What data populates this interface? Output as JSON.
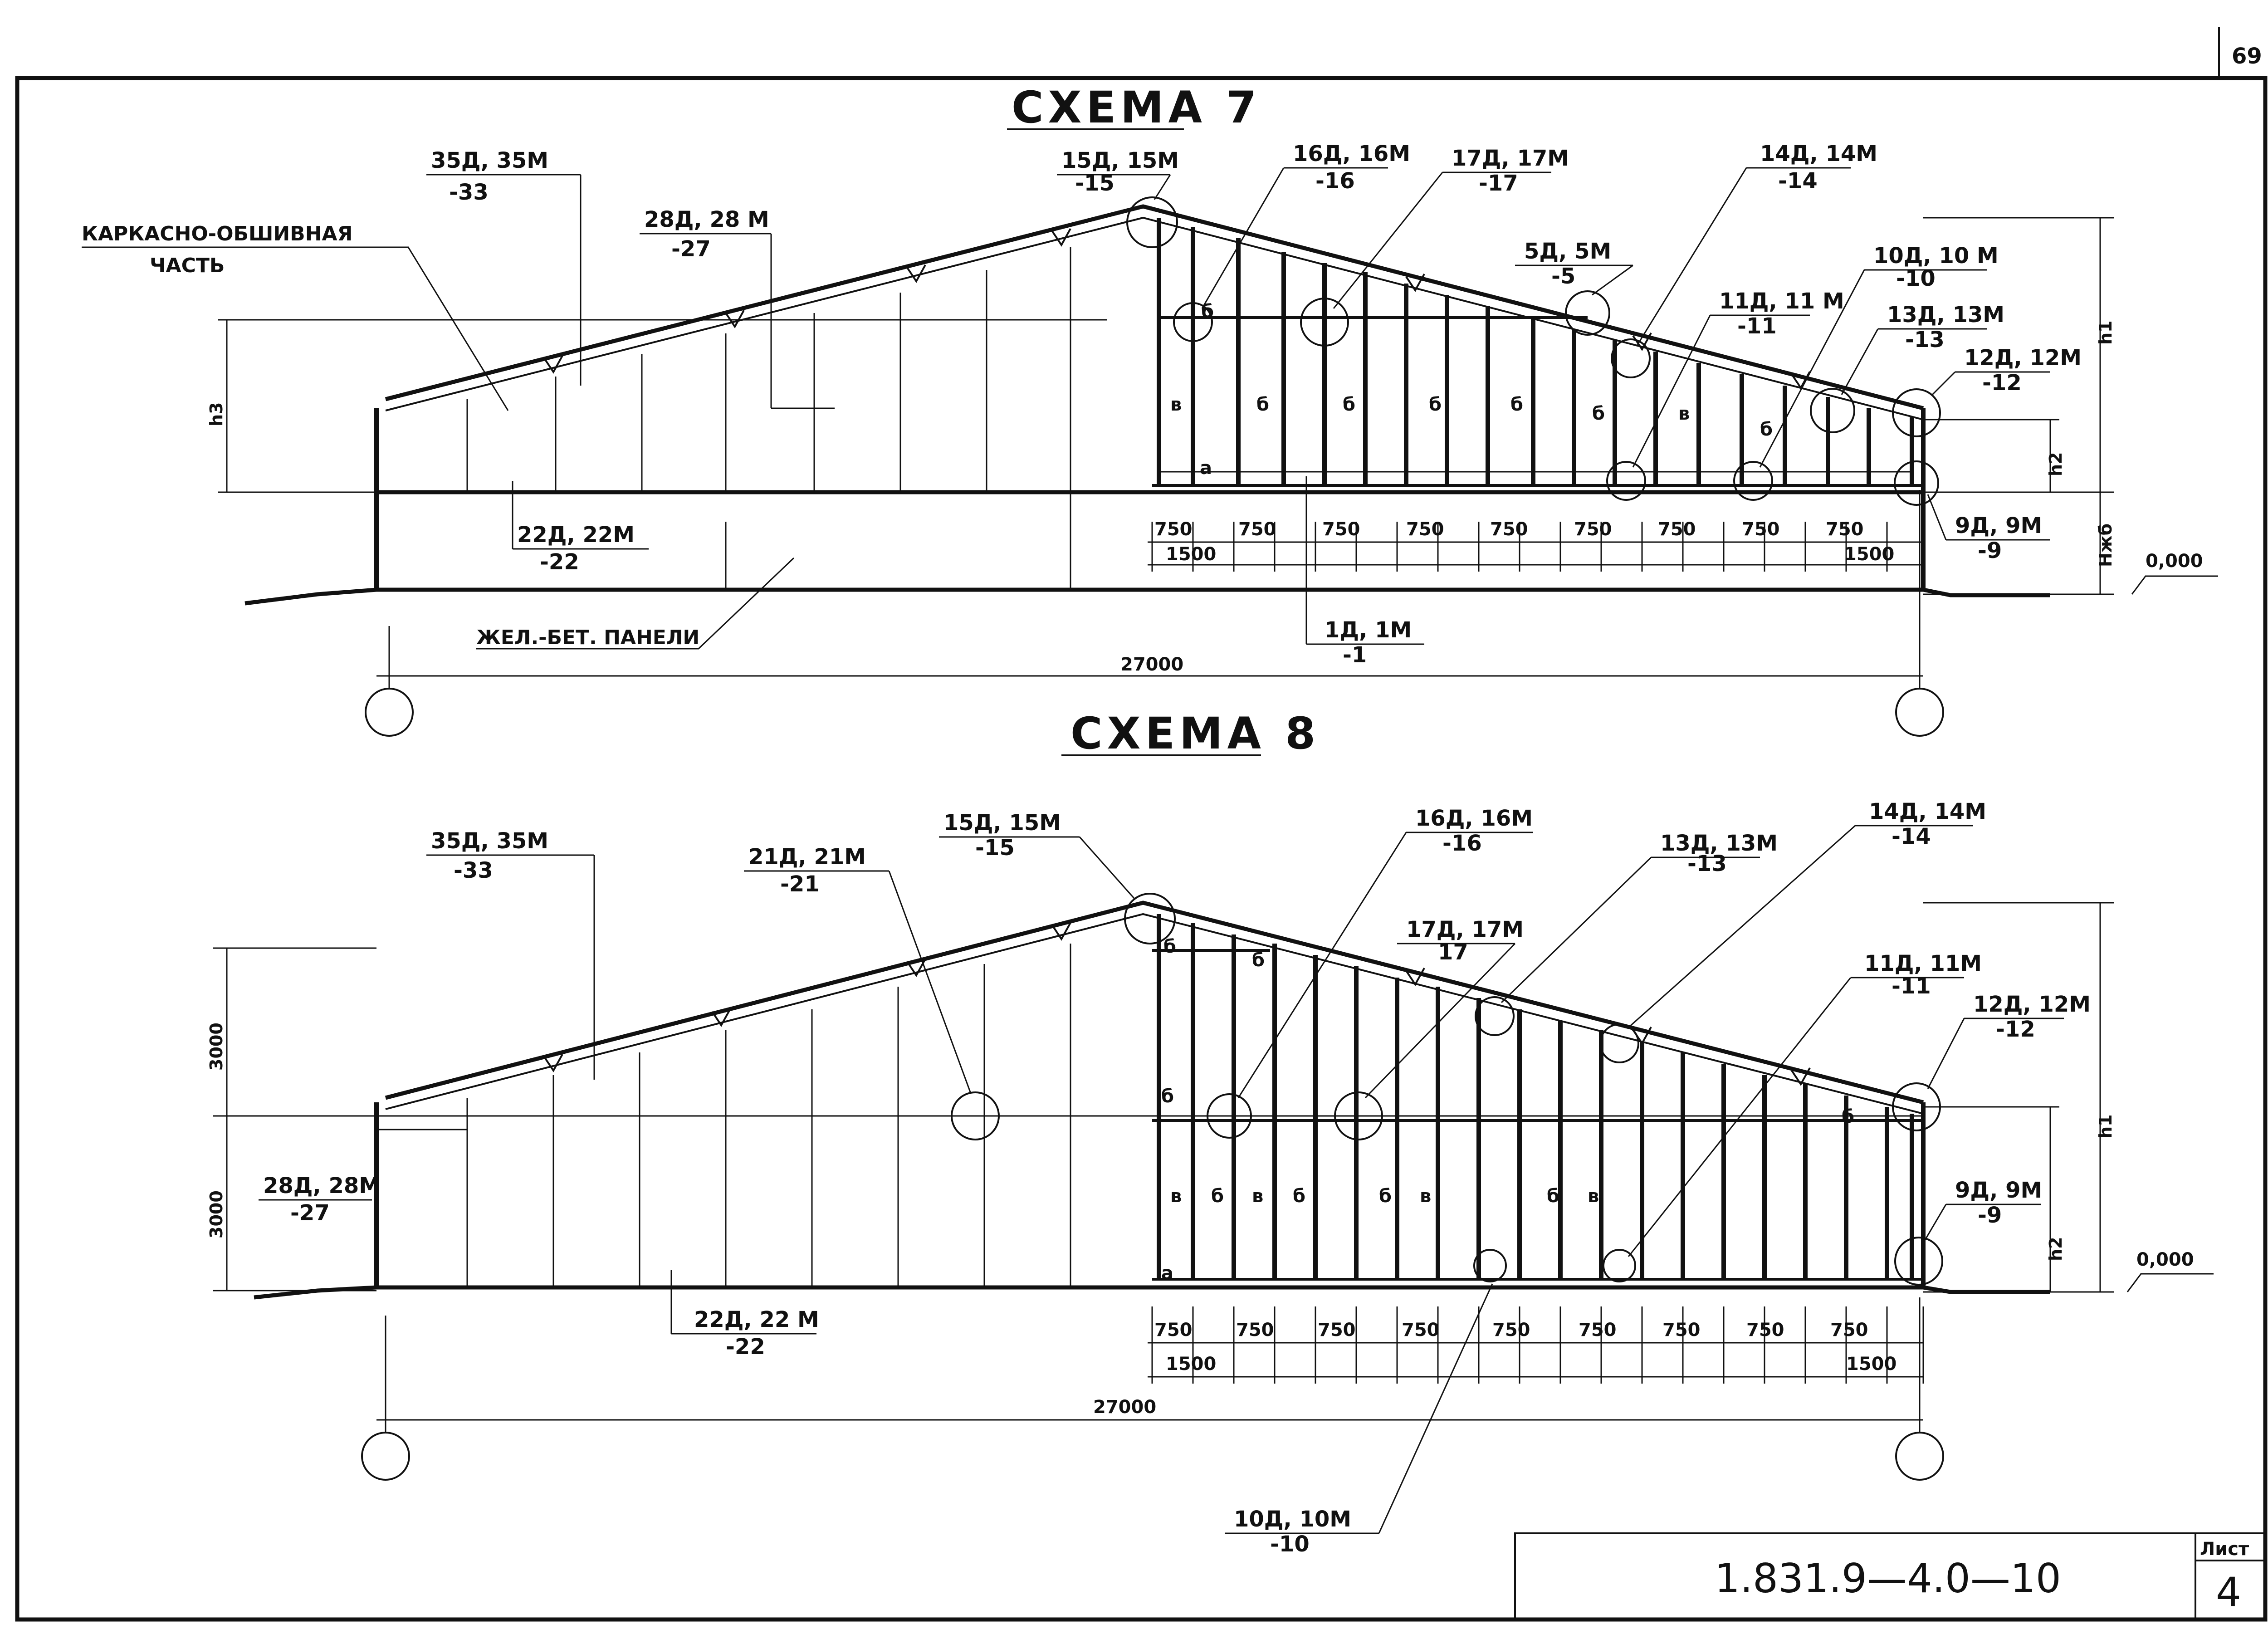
{
  "page_number": "69",
  "schemes": [
    {
      "title": "СХЕМА 7",
      "callouts": [
        {
          "top": "35Д, 35М",
          "bottom": "-33"
        },
        {
          "top": "28Д, 28 М",
          "bottom": "-27"
        },
        {
          "top": "15Д, 15М",
          "bottom": "-15"
        },
        {
          "top": "16Д, 16М",
          "bottom": "-16"
        },
        {
          "top": "17Д, 17М",
          "bottom": "-17"
        },
        {
          "top": "14Д, 14М",
          "bottom": "-14"
        },
        {
          "top": "5Д, 5М",
          "bottom": "-5"
        },
        {
          "top": "10Д, 10 М",
          "bottom": "-10"
        },
        {
          "top": "11Д, 11 М",
          "bottom": "-11"
        },
        {
          "top": "13Д, 13М",
          "bottom": "-13"
        },
        {
          "top": "12Д, 12М",
          "bottom": "-12"
        },
        {
          "top": "22Д, 22М",
          "bottom": "-22"
        },
        {
          "top": "9Д, 9М",
          "bottom": "-9"
        },
        {
          "top": "1Д, 1М",
          "bottom": "-1"
        }
      ],
      "labels": {
        "frame_line1": "КАРКАСНО-ОБШИВНАЯ",
        "frame_line2": "ЧАСТЬ",
        "panels": "ЖЕЛ.-БЕТ. ПАНЕЛИ",
        "h3": "h3",
        "h1": "h1",
        "h2": "h2",
        "hzhb": "Нжб",
        "zero": "0,000",
        "span": "27000"
      }
    },
    {
      "title": "СХЕМА 8",
      "callouts": [
        {
          "top": "35Д, 35М",
          "bottom": "-33"
        },
        {
          "top": "21Д, 21М",
          "bottom": "-21"
        },
        {
          "top": "15Д, 15М",
          "bottom": "-15"
        },
        {
          "top": "16Д, 16М",
          "bottom": "-16"
        },
        {
          "top": "13Д, 13М",
          "bottom": "-13"
        },
        {
          "top": "14Д, 14М",
          "bottom": "-14"
        },
        {
          "top": "17Д, 17М",
          "bottom": "17"
        },
        {
          "top": "11Д, 11М",
          "bottom": "-11"
        },
        {
          "top": "12Д, 12М",
          "bottom": "-12"
        },
        {
          "top": "28Д, 28М",
          "bottom": "-27"
        },
        {
          "top": "9Д, 9М",
          "bottom": "-9"
        },
        {
          "top": "22Д, 22 М",
          "bottom": "-22"
        },
        {
          "top": "10Д, 10М",
          "bottom": "-10"
        }
      ],
      "labels": {
        "upper": "3000",
        "lower": "3000",
        "h1": "h1",
        "h2": "h2",
        "zero": "0,000",
        "span": "27000"
      }
    }
  ],
  "dimensions": {
    "bay": "750",
    "end": "1500"
  },
  "panel_marks": {
    "a": "а",
    "b": "б",
    "v": "в"
  },
  "title_block": {
    "code": "1.831.9—4.0—10",
    "sheet_label": "Лист",
    "sheet_number": "4"
  }
}
